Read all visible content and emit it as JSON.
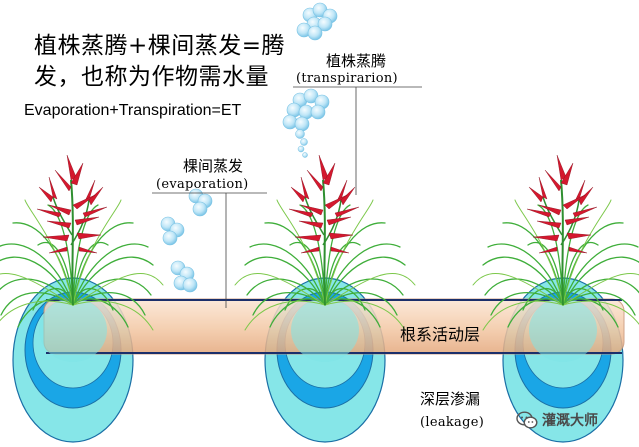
{
  "title": {
    "line1": "植株蒸腾+棵间蒸发=腾",
    "line2": "发，也称为作物需水量"
  },
  "equation": "Evaporation+Transpiration=ET",
  "transpiration": {
    "cn": "植株蒸腾",
    "en": "(transpirarion)"
  },
  "evaporation": {
    "cn": "棵间蒸发",
    "en": "(evaporation)"
  },
  "root_layer": {
    "label": "根系活动层"
  },
  "leakage": {
    "cn": "深层渗漏",
    "en": "(leakage)"
  },
  "watermark": {
    "text": "灌溉大师",
    "icon": "wechat-icon"
  },
  "colors": {
    "flower": "#d4182e",
    "leaf": "#3fae3a",
    "soil": "#f2c9a6",
    "water_outer": "#7fe3e6",
    "water_inner": "#1a9ee0",
    "cloud": "#a9dcf2",
    "outline": "#1b2f6b"
  }
}
